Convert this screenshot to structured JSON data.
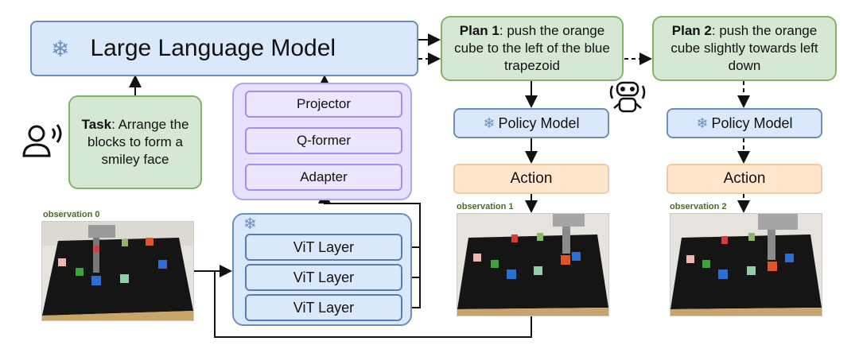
{
  "llm": {
    "label": "Large Language Model"
  },
  "task": {
    "title": "Task",
    "text": ": Arrange the blocks to form a smiley face"
  },
  "adapter_stack": {
    "projector": "Projector",
    "qformer": "Q-former",
    "adapter": "Adapter"
  },
  "vit": {
    "layers": [
      "ViT Layer",
      "ViT Layer",
      "ViT Layer"
    ]
  },
  "plans": [
    {
      "title": "Plan 1",
      "text": ": push the orange cube to the left of the blue trapezoid"
    },
    {
      "title": "Plan 2",
      "text": ": push the orange cube slightly towards left down"
    }
  ],
  "policy": {
    "label": "Policy Model"
  },
  "action": {
    "label": "Action"
  },
  "observations": [
    "observation 0",
    "observation 1",
    "observation 2"
  ],
  "icons": {
    "snowflake": "snowflake-icon",
    "user": "user-speaking-icon",
    "robot": "robot-icon"
  },
  "colors": {
    "blue_fill": "#dae8fc",
    "green_fill": "#d5e8d4",
    "orange_fill": "#ffe6cc",
    "purple_fill": "#e8e0ff"
  }
}
